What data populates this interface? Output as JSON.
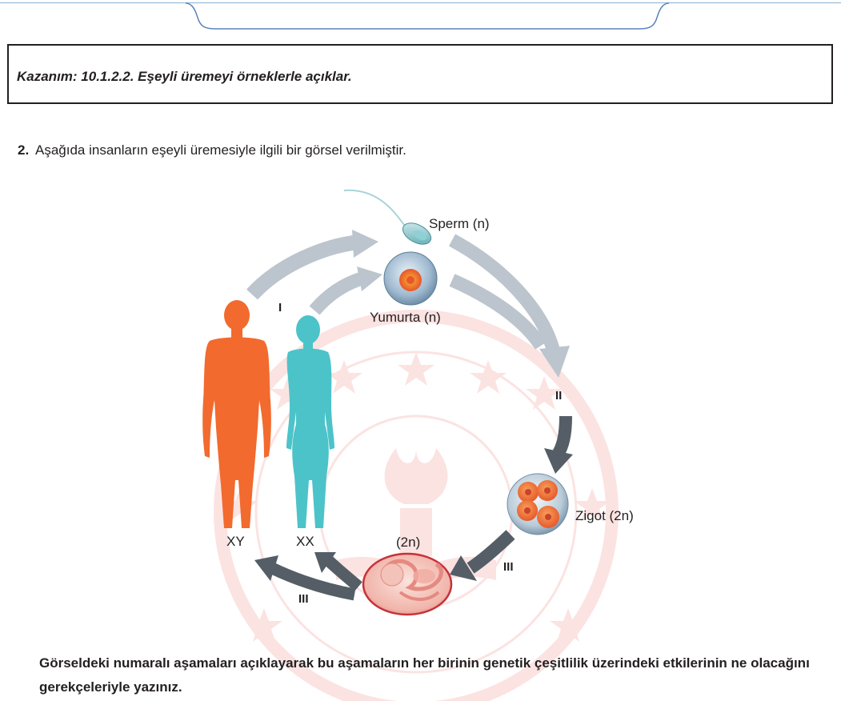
{
  "objective": {
    "text": "Kazanım: 10.1.2.2. Eşeyli üremeyi örneklerle açıklar."
  },
  "question": {
    "number": "2.",
    "text": "Aşağıda insanların eşeyli üremesiyle ilgili bir görsel verilmiştir."
  },
  "diagram": {
    "sperm_label": "Sperm (n)",
    "egg_label": "Yumurta (n)",
    "zygote_label": "Zigot (2n)",
    "embryo_label": "(2n)",
    "male_label": "XY",
    "female_label": "XX",
    "stage_1": "I",
    "stage_2": "II",
    "stage_3_right": "III",
    "stage_3_left": "III"
  },
  "instruction": {
    "text": "Görseldeki numaralı aşamaları açıklayarak bu aşamaların her birinin genetik çeşitlilik üzerindeki etkilerinin ne olacağını gerekçeleriyle yazınız."
  },
  "colors": {
    "male": "#f26a2e",
    "female": "#4cc3c9",
    "light_arrow": "#bcc5cd",
    "dark_arrow": "#555e66",
    "watermark": "#e5332a"
  }
}
